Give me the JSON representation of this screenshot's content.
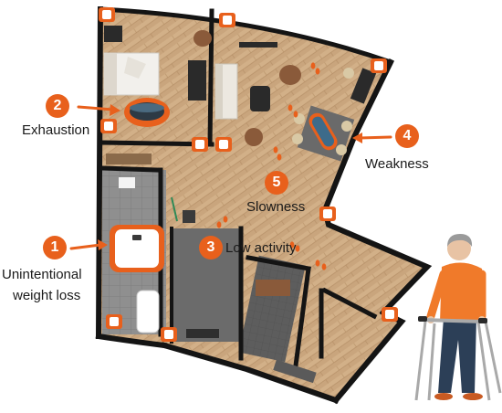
{
  "markers": [
    {
      "number": "1",
      "label_lines": [
        "Unintentional",
        "weight loss"
      ]
    },
    {
      "number": "2",
      "label_lines": [
        "Exhaustion"
      ]
    },
    {
      "number": "3",
      "label_lines": [
        "Low activity"
      ]
    },
    {
      "number": "4",
      "label_lines": [
        "Weakness"
      ]
    },
    {
      "number": "5",
      "label_lines": [
        "Slowness"
      ]
    }
  ],
  "colors": {
    "accent": "#e8601c",
    "wall": "#141414",
    "floor": "#c9a57d",
    "tile": "#8a8a8a",
    "sensor": "#ffffff",
    "shirt": "#f07a2a",
    "pants": "#2c3f57",
    "walker": "#a9a9a9"
  },
  "icons": [
    "smart-scale-icon",
    "smart-speaker-icon",
    "water-bottle-icon",
    "motion-sensor-icon",
    "elderly-person-with-walker-icon",
    "footprint-icon"
  ]
}
